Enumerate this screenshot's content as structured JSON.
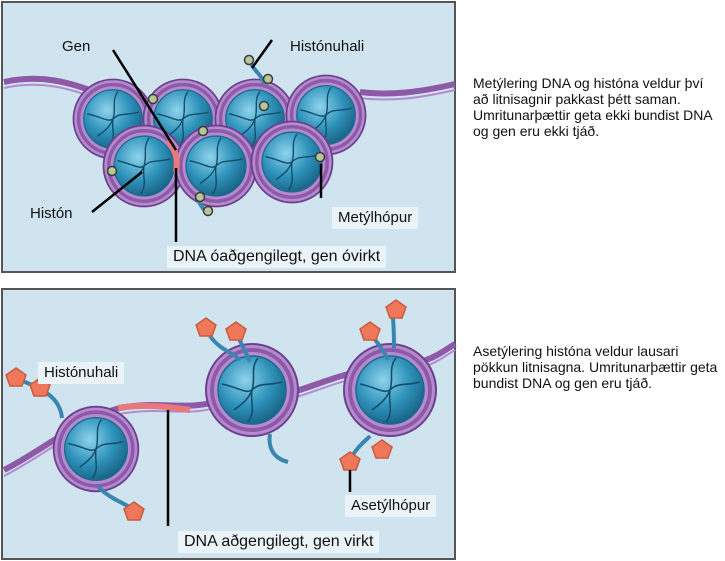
{
  "top_panel": {
    "labels": {
      "gene": "Gen",
      "histone_tail": "Histónuhali",
      "histone": "Histón",
      "methyl_group": "Metýlhópur",
      "status": "DNA óaðgengilegt, gen óvirkt"
    },
    "caption": "Metýlering DNA og históna veldur því að litnisagnir pakkast þétt saman. Umritunarþættir geta ekki bundist DNA og gen eru ekki tjáð."
  },
  "bottom_panel": {
    "labels": {
      "histone_tail": "Histónuhali",
      "acetyl_group": "Asetýlhópur",
      "status": "DNA aðgengilegt, gen virkt"
    },
    "caption": "Asetýlering históna veldur lausari pökkun litnisagna. Umritunarþættir geta bundist DNA og gen eru tjáð."
  },
  "colors": {
    "panel_background": "#cfe4ef",
    "dna": "#8e5aa8",
    "histone": "#2f93bb",
    "gene_highlight": "#e8797a",
    "methyl": "#b7c79a",
    "acetyl": "#f0785a"
  }
}
